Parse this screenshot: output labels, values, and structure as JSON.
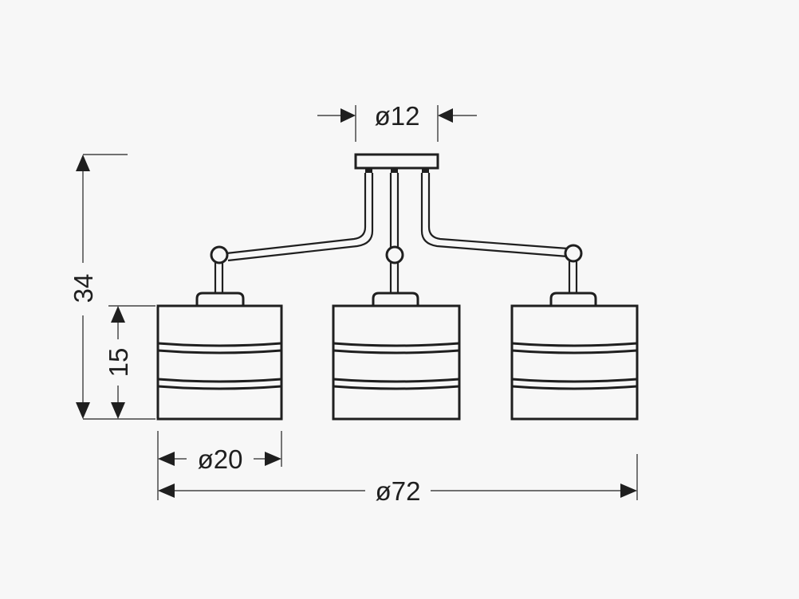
{
  "dimensions": {
    "canopy_diameter": "ø12",
    "overall_height": "34",
    "shade_height": "15",
    "shade_diameter": "ø20",
    "overall_width": "ø72"
  },
  "colors": {
    "background": "#f7f7f7",
    "line": "#1f1f1f"
  }
}
